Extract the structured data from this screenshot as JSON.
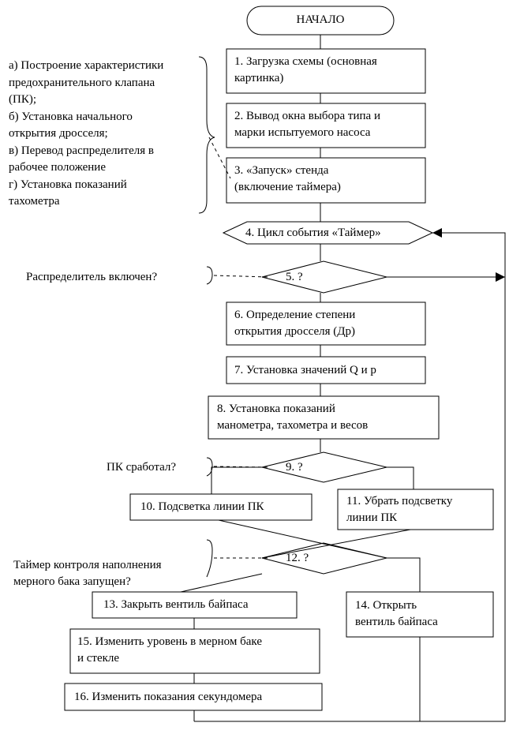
{
  "start_label": "НАЧАЛО",
  "steps": {
    "s1": [
      "1. Загрузка  схемы (основная",
      "картинка)"
    ],
    "s2": [
      "2. Вывод окна выбора типа и",
      "марки испытуемого насоса"
    ],
    "s3": [
      "3. «Запуск» стенда",
      "(включение таймера)"
    ],
    "s4": "4. Цикл события «Таймер»",
    "s5": "5.       ?",
    "s6": [
      "6. Определение степени",
      "открытия дросселя (Др)"
    ],
    "s7": "7. Установка значений Q и р",
    "s8": [
      "8. Установка показаний",
      "манометра, тахометра  и весов"
    ],
    "s9": "9.       ?",
    "s10": "10. Подсветка  линии ПК",
    "s11": [
      "11. Убрать подсветку",
      "линии ПК"
    ],
    "s12": "12.      ?",
    "s13": "13. Закрыть вентиль байпаса",
    "s14": [
      "14. Открыть",
      "вентиль байпаса"
    ],
    "s15": [
      "15. Изменить уровень в мерном баке",
      "и стекле"
    ],
    "s16": "16. Изменить показания секундомера"
  },
  "notes": {
    "setup": [
      "а) Построение характеристики",
      "предохранительного клапана",
      "(ПК);",
      "б) Установка начального",
      "открытия дросселя;",
      "в) Перевод распределителя в",
      "рабочее положение",
      "г) Установка показаний",
      "тахометра"
    ],
    "q5": "Распределитель  включен?",
    "q9": "ПК сработал?",
    "q12": [
      "Таймер контроля наполнения",
      "мерного бака запущен?"
    ]
  }
}
